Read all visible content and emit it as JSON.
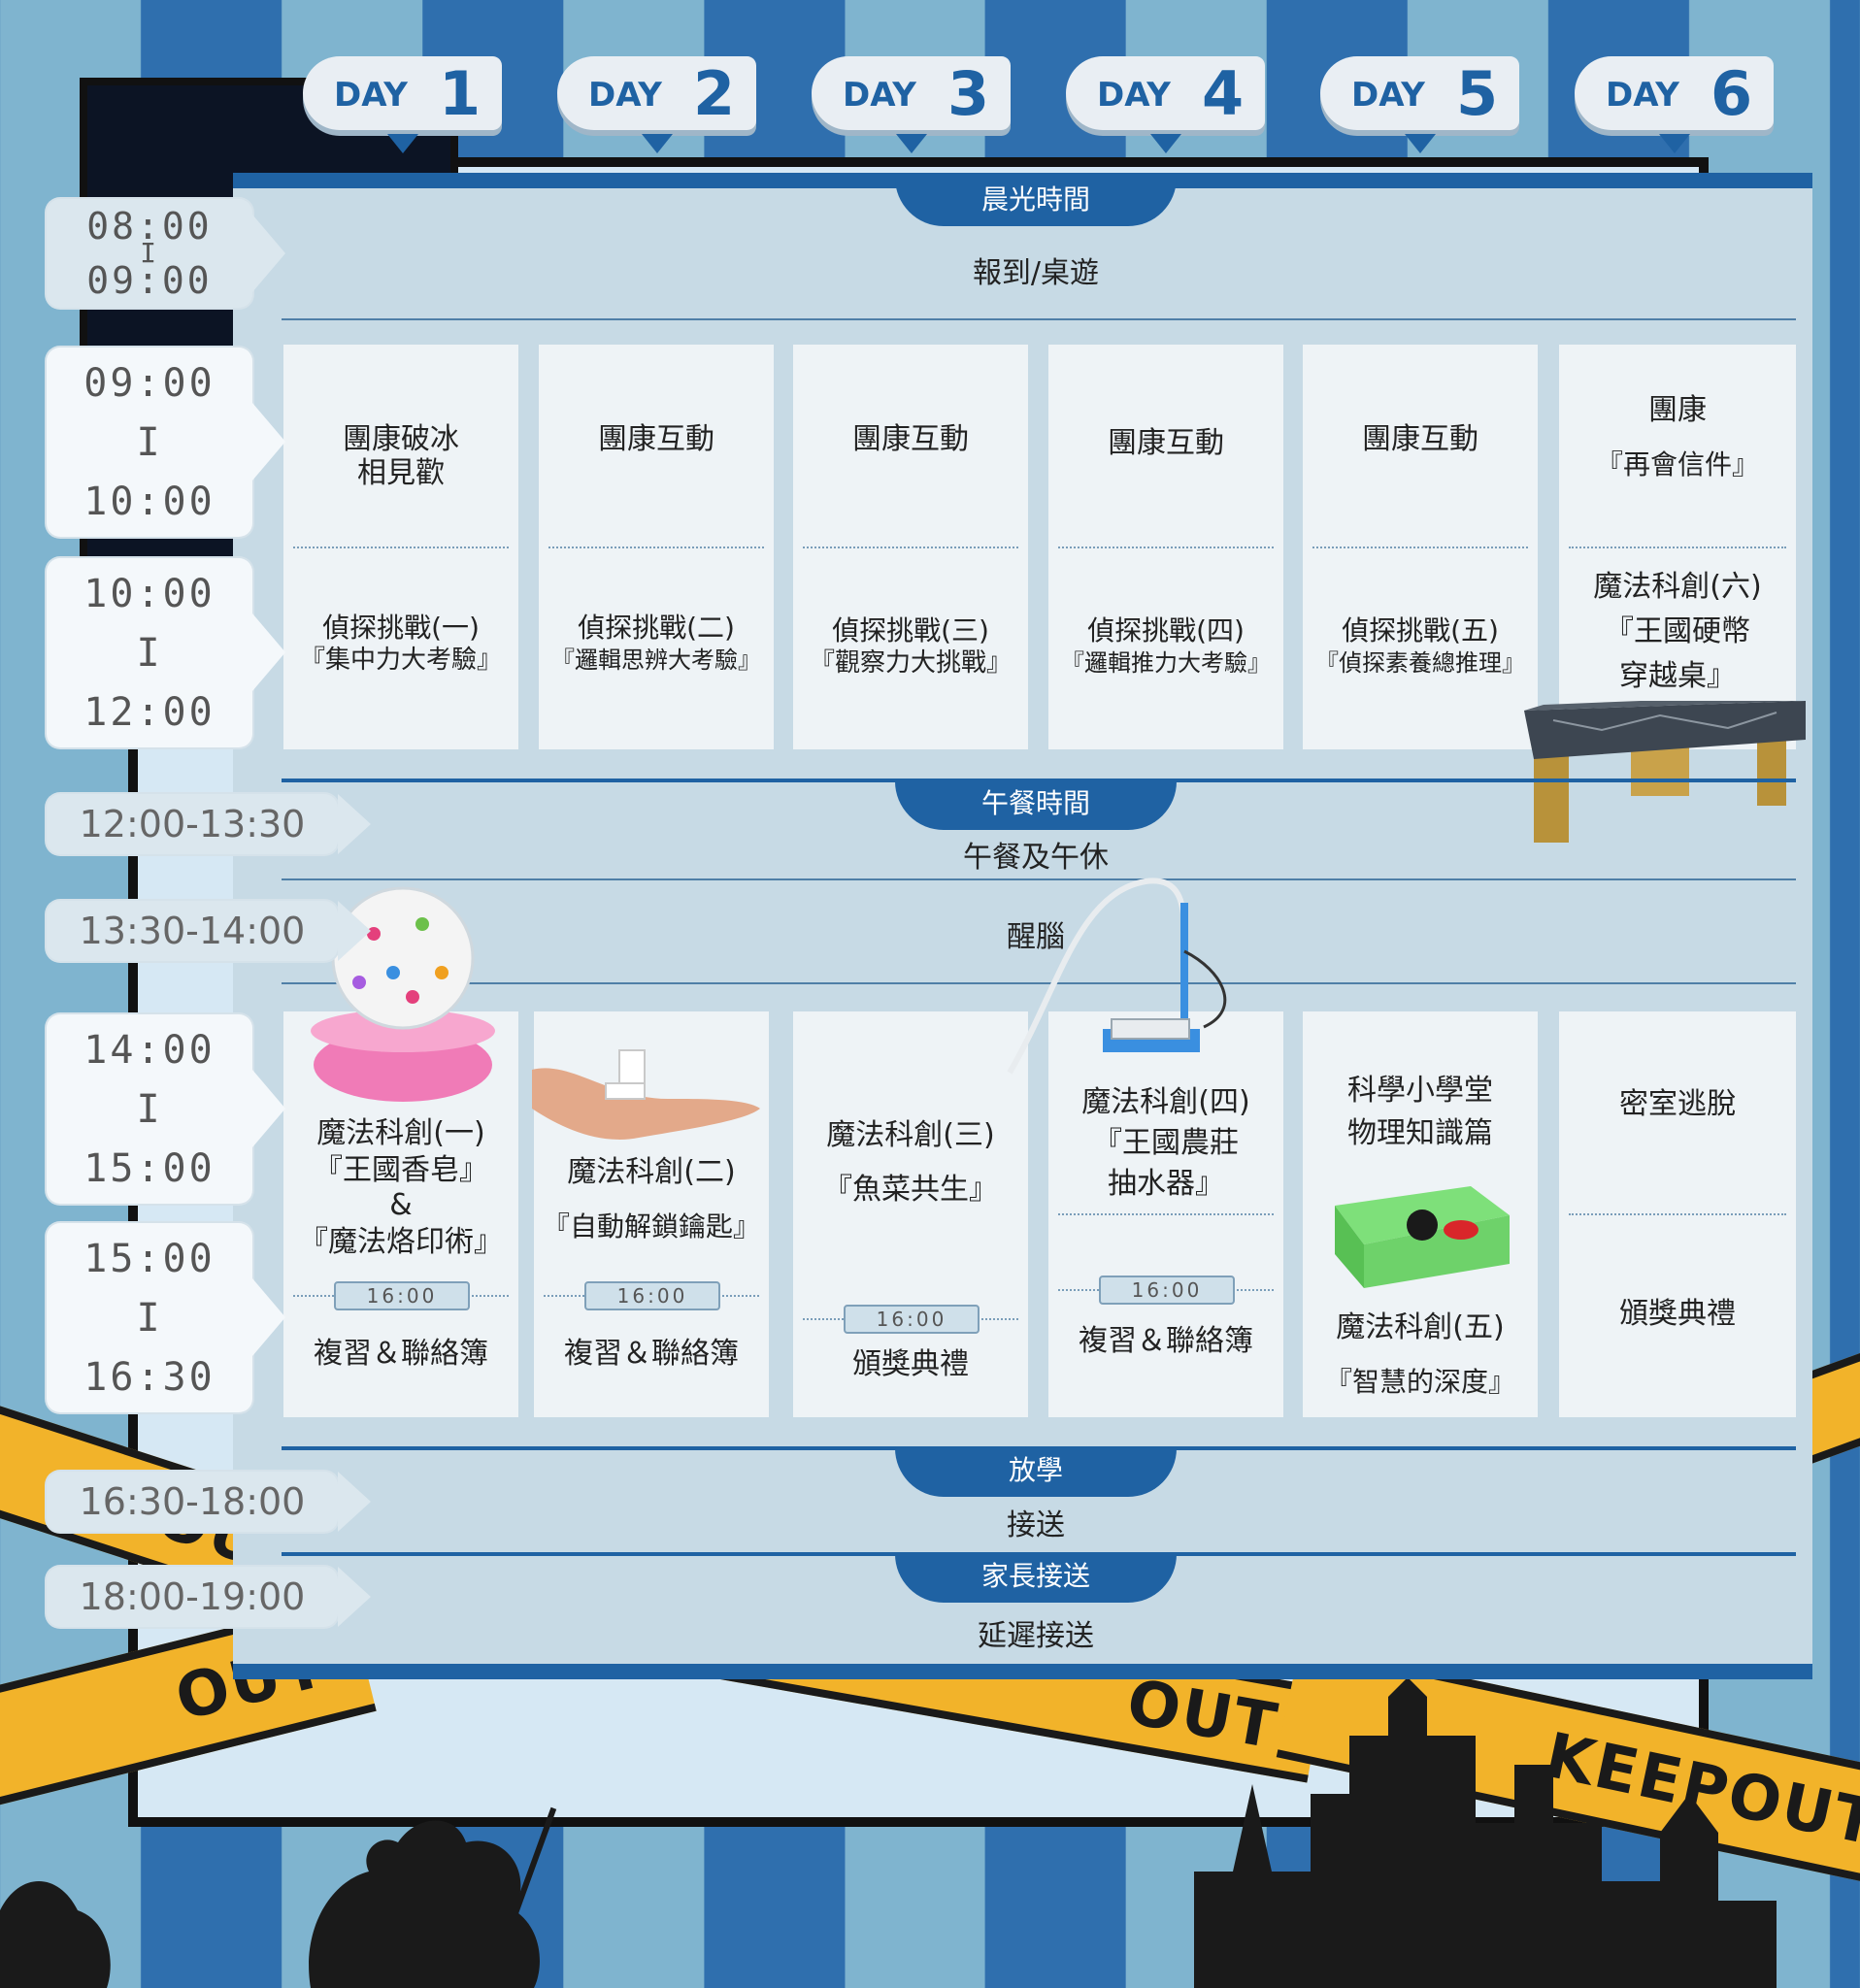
{
  "days": [
    {
      "word": "DAY",
      "num": "1"
    },
    {
      "word": "DAY",
      "num": "2"
    },
    {
      "word": "DAY",
      "num": "3"
    },
    {
      "word": "DAY",
      "num": "4"
    },
    {
      "word": "DAY",
      "num": "5"
    },
    {
      "word": "DAY",
      "num": "6"
    }
  ],
  "times": {
    "t1": {
      "a": "08:00",
      "sep": "I",
      "b": "09:00"
    },
    "t2": {
      "a": "09:00",
      "sep": "I",
      "b": "10:00"
    },
    "t3": {
      "a": "10:00",
      "sep": "I",
      "b": "12:00"
    },
    "t4": "12:00-13:30",
    "t5": "13:30-14:00",
    "t6": {
      "a": "14:00",
      "sep": "I",
      "b": "15:00"
    },
    "t7": {
      "a": "15:00",
      "sep": "I",
      "b": "16:30"
    },
    "t8": "16:30-18:00",
    "t9": "18:00-19:00"
  },
  "sections": {
    "morning": {
      "tab": "晨光時間",
      "text": "報到/桌遊"
    },
    "lunch": {
      "tab": "午餐時間",
      "text": "午餐及午休"
    },
    "refresh": {
      "text": "醒腦"
    },
    "dismiss": {
      "tab": "放學",
      "text": "接送"
    },
    "parent": {
      "tab": "家長接送",
      "text": "延遲接送"
    }
  },
  "morning_cards": [
    {
      "top": [
        "團康破冰",
        "相見歡"
      ],
      "bottom": [
        "偵探挑戰(一)",
        "『集中力大考驗』"
      ]
    },
    {
      "top": [
        "團康互動"
      ],
      "bottom": [
        "偵探挑戰(二)",
        "『邏輯思辨大考驗』"
      ]
    },
    {
      "top": [
        "團康互動"
      ],
      "bottom": [
        "偵探挑戰(三)",
        "『觀察力大挑戰』"
      ]
    },
    {
      "top": [
        "團康互動"
      ],
      "bottom": [
        "偵探挑戰(四)",
        "『邏輯推力大考驗』"
      ]
    },
    {
      "top": [
        "團康互動"
      ],
      "bottom": [
        "偵探挑戰(五)",
        "『偵探素養總推理』"
      ]
    },
    {
      "top": [
        "團康",
        "『再會信件』"
      ],
      "bottom": [
        "魔法科創(六)",
        "『王國硬幣",
        "穿越桌』"
      ]
    }
  ],
  "afternoon_cards": [
    {
      "lines": [
        "魔法科創(一)",
        "『王國香皂』",
        "&",
        "『魔法烙印術』"
      ],
      "badge": "16:00",
      "after": "複習＆聯絡簿"
    },
    {
      "lines": [
        "魔法科創(二)",
        "『自動解鎖鑰匙』"
      ],
      "badge": "16:00",
      "after": "複習＆聯絡簿"
    },
    {
      "lines": [
        "魔法科創(三)",
        "『魚菜共生』"
      ],
      "badge": "16:00",
      "after": "頒獎典禮"
    },
    {
      "lines": [
        "魔法科創(四)",
        "『王國農莊",
        "抽水器』"
      ],
      "badge": "16:00",
      "after": "複習＆聯絡簿"
    },
    {
      "lines": [
        "科學小學堂",
        "物理知識篇"
      ],
      "after_lines": [
        "魔法科創(五)",
        "『智慧的深度』"
      ]
    },
    {
      "lines": [
        "密室逃脫"
      ],
      "after": "頒獎典禮"
    }
  ],
  "tape_texts": [
    "OUT",
    "OUT",
    "OUT",
    "KEEPOUT"
  ],
  "colors": {
    "accent": "#1f62a3",
    "panel": "#c7dae5",
    "card": "#eef3f6",
    "tape": "#f2b32a"
  }
}
